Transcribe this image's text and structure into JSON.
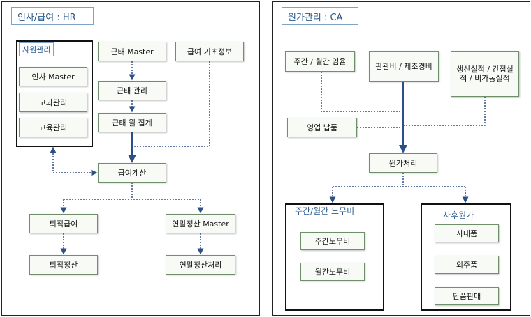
{
  "hr": {
    "title": "인사/급여 : HR",
    "group_label": "사원관리",
    "boxes": {
      "insa_master": "인사 Master",
      "gogwa": "고과관리",
      "gyoyuk": "교육관리",
      "geuntae_master": "근태 Master",
      "geuntae_gwanri": "근태 관리",
      "geuntae_month": "근태 월 집계",
      "geupyeo_basic": "급여 기초정보",
      "geupyeo_calc": "급여계산",
      "toejik_geupyeo": "퇴직급여",
      "toejik_jeongsan": "퇴직정산",
      "yeonmal_master": "연말정산 Master",
      "yeonmal_process": "연말정산처리"
    }
  },
  "ca": {
    "title": "원가관리 : CA",
    "boxes": {
      "jugan_imyul": "주간 / 월간 임율",
      "pangwanbi": "판관비 / 제조경비",
      "saengsan": "생산실적 / 간접실적 / 비가동실적",
      "yeongeop": "영업 납품",
      "wonga_process": "원가처리",
      "jugan_nomubi": "주간노무비",
      "wolgan_nomubi": "월간노무비",
      "sanaepum": "사내품",
      "oejupum": "외주품",
      "danpum": "단품판매"
    },
    "group_nomubi": "주간/월간 노무비",
    "group_sahu": "사후원가"
  },
  "colors": {
    "line": "#2c4f86",
    "border_box": "#6f8f6a",
    "title_text": "#2a5a8c"
  }
}
